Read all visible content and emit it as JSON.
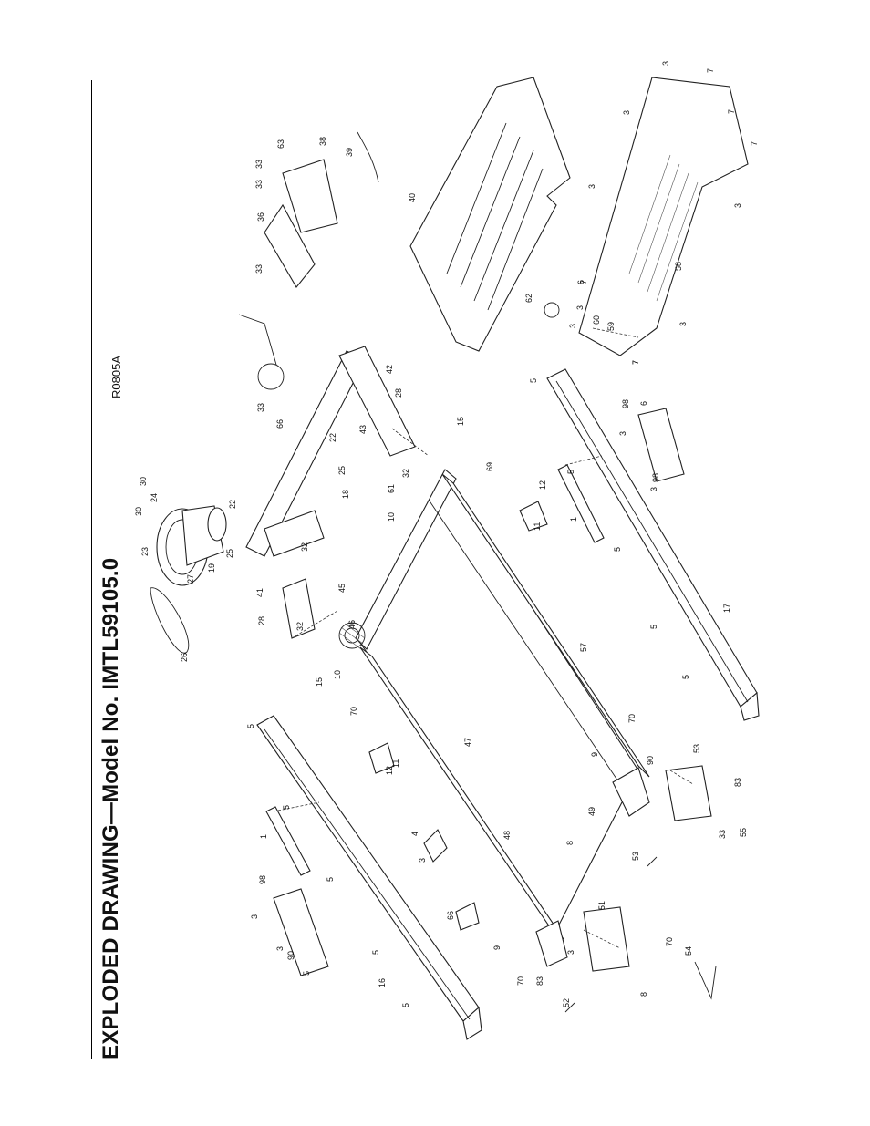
{
  "document": {
    "title": "EXPLODED DRAWING—Model No. IMTL59105.0",
    "drawing_code": "R0805A"
  },
  "callouts": [
    "1",
    "1",
    "3",
    "3",
    "3",
    "3",
    "3",
    "3",
    "3",
    "3",
    "3",
    "3",
    "3",
    "3",
    "3",
    "4",
    "5",
    "5",
    "5",
    "5",
    "5",
    "5",
    "5",
    "5",
    "5",
    "5",
    "5",
    "6",
    "6",
    "7",
    "7",
    "7",
    "7",
    "7",
    "7",
    "8",
    "8",
    "9",
    "9",
    "10",
    "10",
    "11",
    "11",
    "12",
    "12",
    "15",
    "15",
    "16",
    "17",
    "18",
    "19",
    "22",
    "22",
    "23",
    "24",
    "25",
    "25",
    "26",
    "27",
    "28",
    "28",
    "30",
    "30",
    "32",
    "32",
    "32",
    "33",
    "33",
    "33",
    "33",
    "33",
    "36",
    "38",
    "39",
    "40",
    "41",
    "42",
    "43",
    "45",
    "46",
    "47",
    "48",
    "49",
    "51",
    "52",
    "53",
    "53",
    "54",
    "55",
    "57",
    "58",
    "59",
    "60",
    "61",
    "62",
    "63",
    "66",
    "66",
    "69",
    "70",
    "70",
    "70",
    "70",
    "83",
    "83",
    "90",
    "90",
    "98",
    "98",
    "98",
    "98"
  ]
}
